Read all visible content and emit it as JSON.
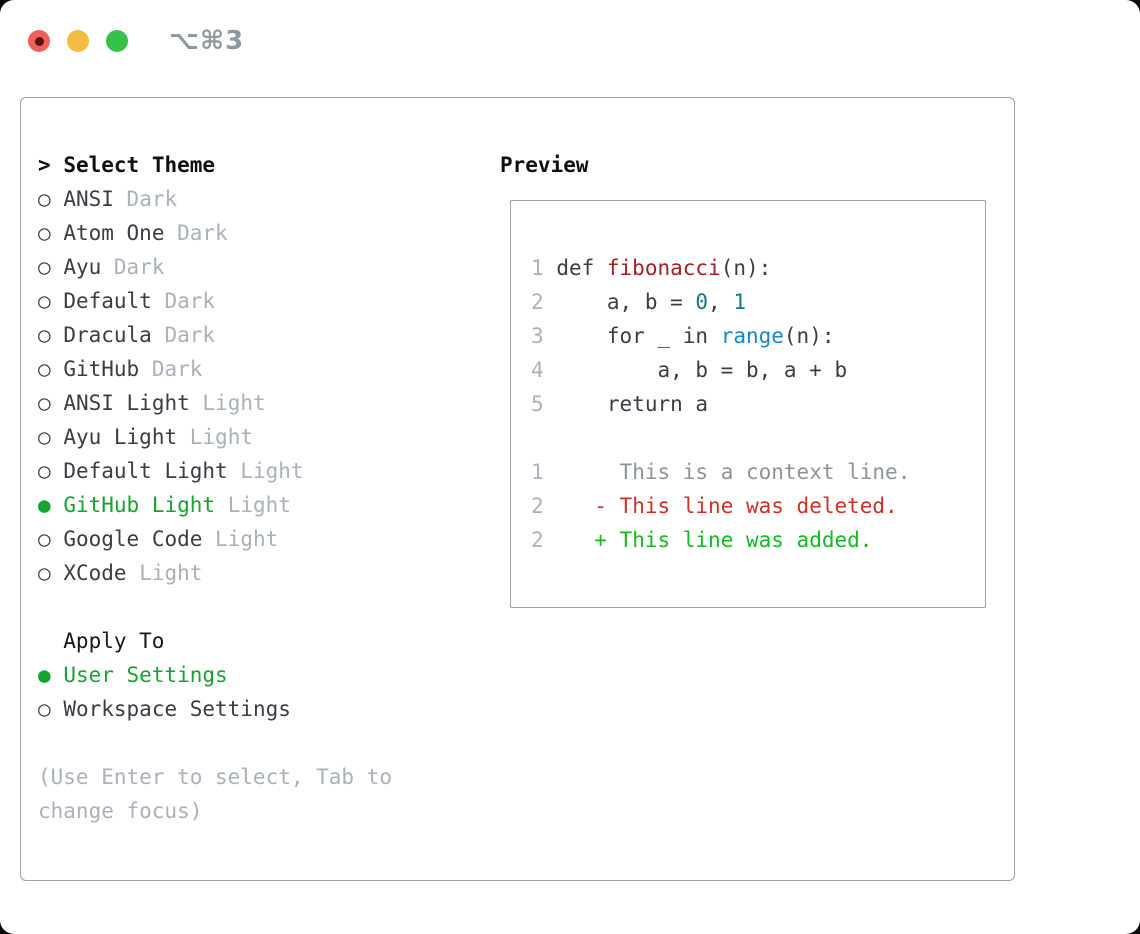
{
  "window": {
    "title_shortcut": "⌥⌘3",
    "traffic_lights": {
      "close_color": "#f0605a",
      "minimize_color": "#f5bd40",
      "zoom_color": "#35c24b"
    }
  },
  "glyphs": {
    "header_prefix": ">",
    "radio_empty": "○",
    "radio_filled": "●"
  },
  "colors": {
    "selection_green": "#13a52e",
    "muted_gray": "#a9b1bb",
    "panel_border": "#9aa2ac",
    "text_dark": "#383e44",
    "func_red": "#a81e23",
    "number_teal": "#0e7b83",
    "builtin_blue": "#1489ce",
    "diff_deleted_red": "#cf3124",
    "diff_added_green": "#0fbd1d"
  },
  "picker": {
    "header": "Select Theme",
    "items": [
      {
        "name": "ANSI",
        "variant": "Dark",
        "selected": false
      },
      {
        "name": "Atom One",
        "variant": "Dark",
        "selected": false
      },
      {
        "name": "Ayu",
        "variant": "Dark",
        "selected": false
      },
      {
        "name": "Default",
        "variant": "Dark",
        "selected": false
      },
      {
        "name": "Dracula",
        "variant": "Dark",
        "selected": false
      },
      {
        "name": "GitHub",
        "variant": "Dark",
        "selected": false
      },
      {
        "name": "ANSI Light",
        "variant": "Light",
        "selected": false
      },
      {
        "name": "Ayu Light",
        "variant": "Light",
        "selected": false
      },
      {
        "name": "Default Light",
        "variant": "Light",
        "selected": false
      },
      {
        "name": "GitHub Light",
        "variant": "Light",
        "selected": true
      },
      {
        "name": "Google Code",
        "variant": "Light",
        "selected": false
      },
      {
        "name": "XCode",
        "variant": "Light",
        "selected": false
      }
    ],
    "apply_to": {
      "label": "Apply To",
      "options": [
        {
          "name": "User Settings",
          "selected": true
        },
        {
          "name": "Workspace Settings",
          "selected": false
        }
      ]
    },
    "hint_line1": "(Use Enter to select, Tab to",
    "hint_line2": "change focus)"
  },
  "preview": {
    "label": "Preview",
    "code_lines": [
      {
        "num": "1",
        "tokens": [
          {
            "t": "def ",
            "c": "code"
          },
          {
            "t": "fibonacci",
            "c": "func"
          },
          {
            "t": "(n):",
            "c": "code"
          }
        ]
      },
      {
        "num": "2",
        "tokens": [
          {
            "t": "    a, b = ",
            "c": "code"
          },
          {
            "t": "0",
            "c": "num"
          },
          {
            "t": ", ",
            "c": "code"
          },
          {
            "t": "1",
            "c": "num"
          }
        ]
      },
      {
        "num": "3",
        "tokens": [
          {
            "t": "    for _ in ",
            "c": "code"
          },
          {
            "t": "range",
            "c": "builtin"
          },
          {
            "t": "(n):",
            "c": "code"
          }
        ]
      },
      {
        "num": "4",
        "tokens": [
          {
            "t": "        a, b = b, a + b",
            "c": "code"
          }
        ]
      },
      {
        "num": "5",
        "tokens": [
          {
            "t": "    return a",
            "c": "code"
          }
        ]
      }
    ],
    "diff_lines": [
      {
        "num": "1",
        "marker": " ",
        "text": "This is a context line.",
        "kind": "context"
      },
      {
        "num": "2",
        "marker": "-",
        "text": "This line was deleted.",
        "kind": "deleted"
      },
      {
        "num": "2",
        "marker": "+",
        "text": "This line was added.",
        "kind": "added"
      }
    ]
  }
}
